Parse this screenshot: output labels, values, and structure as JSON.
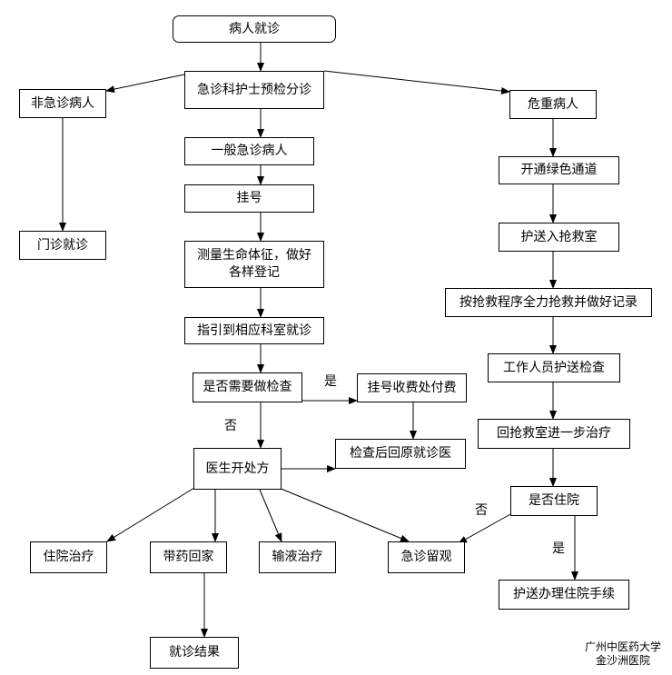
{
  "nodes": {
    "start": "病人就诊",
    "triage": "急诊科护士预检分诊",
    "non_emergency": "非急诊病人",
    "outpatient": "门诊就诊",
    "critical": "危重病人",
    "green_channel": "开通绿色通道",
    "escort_rescue": "护送入抢救室",
    "rescue_record": "按抢救程序全力抢救并做好记录",
    "escort_exam": "工作人员护送检查",
    "return_treat": "回抢救室进一步治疗",
    "admit_q": "是否住院",
    "admit_proc": "护送办理住院手续",
    "general": "一般急诊病人",
    "register": "挂号",
    "vitals": "测量生命体征，做好各样登记",
    "guide": "指引到相应科室就诊",
    "need_exam": "是否需要做检查",
    "pay": "挂号收费处付费",
    "exam_return": "检查后回原就诊医",
    "prescribe": "医生开处方",
    "inpatient": "住院治疗",
    "take_med": "带药回家",
    "infusion": "输液治疗",
    "observe": "急诊留观",
    "result": "就诊结果"
  },
  "labels": {
    "yes_exam": "是",
    "no_exam": "否",
    "no_admit": "否",
    "yes_admit": "是"
  },
  "footer": {
    "line1": "广州中医药大学",
    "line2": "金沙洲医院"
  },
  "colors": {
    "line": "#000000",
    "box_border": "#000000",
    "background": "#ffffff"
  }
}
